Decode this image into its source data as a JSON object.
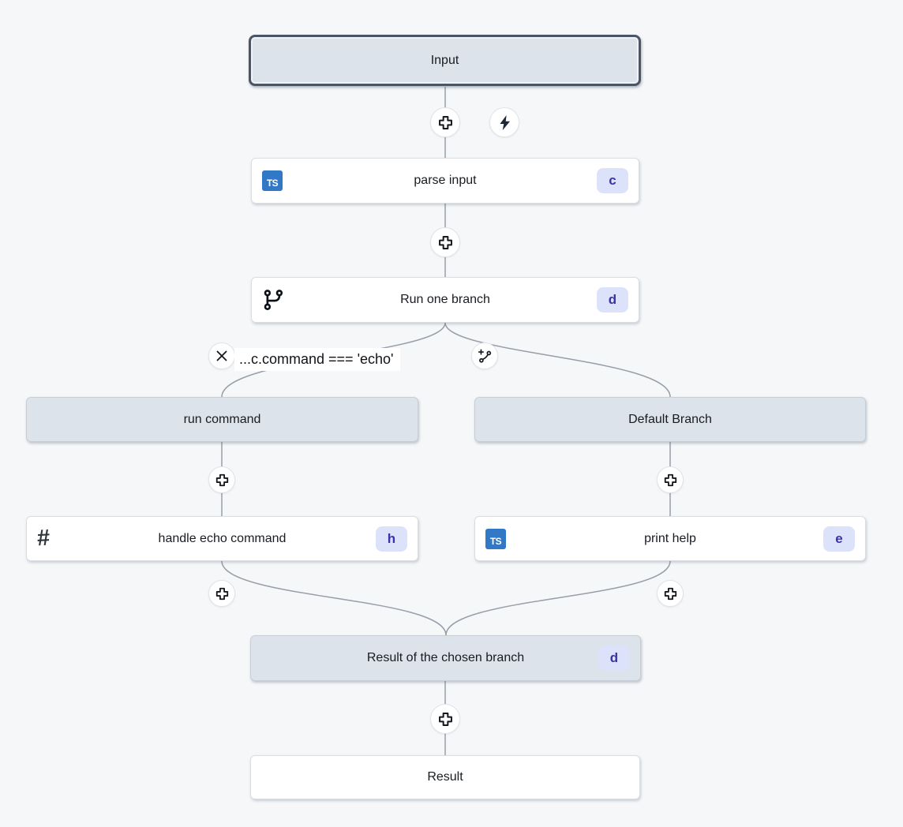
{
  "colors": {
    "background": "#f5f7f9",
    "edge": "#989fa8",
    "node_gray": "#dde3ea",
    "selected_border": "#4a5565",
    "badge_bg": "#dde2fb",
    "badge_text": "#3b32a8",
    "ts_blue": "#3178c6"
  },
  "nodes": {
    "input": {
      "label": "Input"
    },
    "parse_input": {
      "label": "parse input",
      "badge": "c",
      "icon": "typescript-icon"
    },
    "run_one_branch": {
      "label": "Run one branch",
      "badge": "d",
      "icon": "git-branch-icon"
    },
    "run_command": {
      "label": "run command"
    },
    "default_branch": {
      "label": "Default Branch"
    },
    "handle_echo_command": {
      "label": "handle echo command",
      "badge": "h",
      "icon": "hash-icon"
    },
    "print_help": {
      "label": "print help",
      "badge": "e",
      "icon": "typescript-icon"
    },
    "branch_result": {
      "label": "Result of the chosen branch",
      "badge": "d"
    },
    "result": {
      "label": "Result"
    }
  },
  "branch_condition": {
    "text": "...c.command === 'echo'"
  },
  "glyphs": {
    "ts": "TS",
    "hash": "#"
  }
}
